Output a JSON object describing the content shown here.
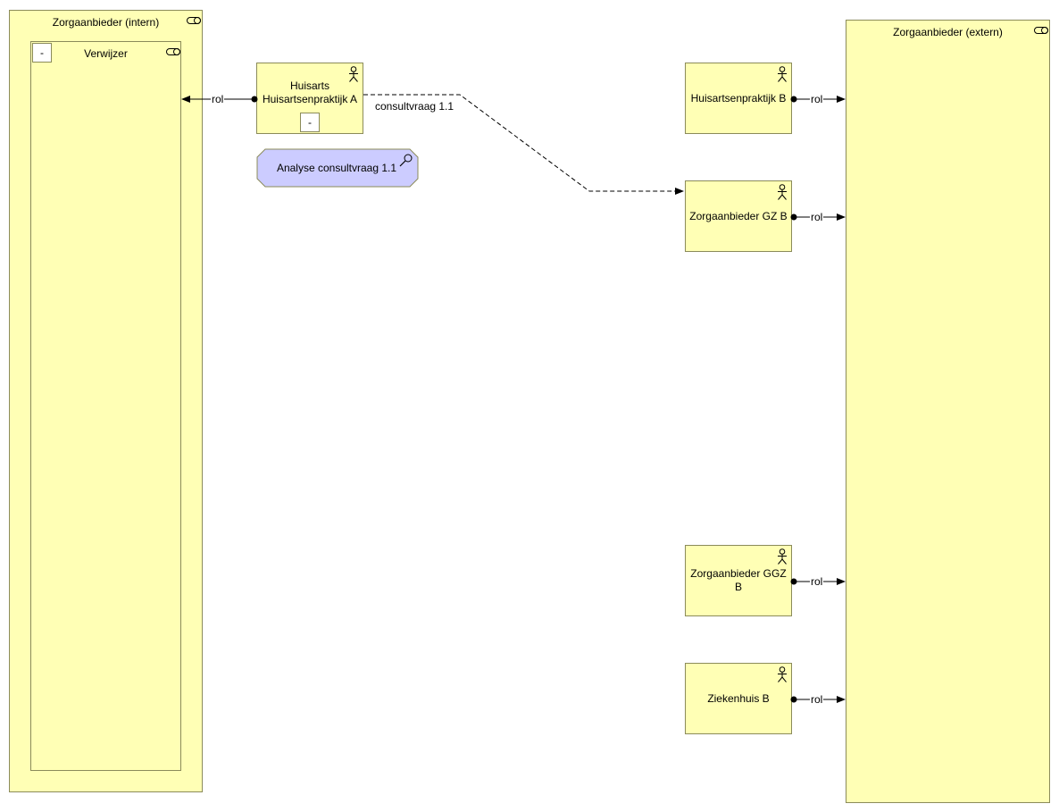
{
  "containers": {
    "internal": {
      "title": "Zorgaanbieder (intern)",
      "collapse": "-"
    },
    "referrer": {
      "title": "Verwijzer",
      "collapse": "-"
    },
    "external": {
      "title": "Zorgaanbieder (extern)"
    }
  },
  "actors": {
    "gp_a": {
      "line1": "Huisarts",
      "line2": "Huisartsenpraktijk A",
      "collapse": "-"
    },
    "gp_b": {
      "label": "Huisartsenpraktijk B"
    },
    "gz_b": {
      "label": "Zorgaanbieder GZ B"
    },
    "ggz_b": {
      "label": "Zorgaanbieder GGZ B"
    },
    "hospital_b": {
      "label": "Ziekenhuis B"
    }
  },
  "assessment": {
    "label": "Analyse consultvraag 1.1"
  },
  "relations": {
    "role_label": "rol",
    "flow_label": "consultvraag 1.1"
  },
  "colors": {
    "element_fill": "#ffffb5",
    "element_border": "#8b8b5a",
    "assessment_fill": "#ccccff"
  }
}
